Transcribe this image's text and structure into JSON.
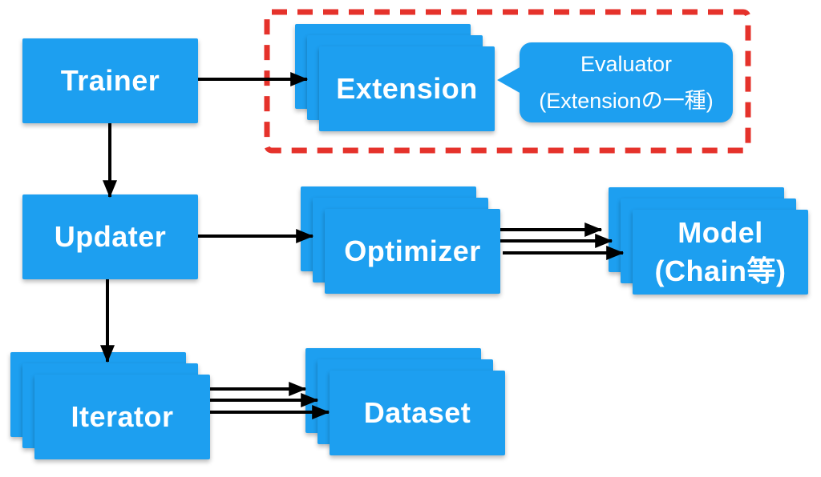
{
  "colors": {
    "box_blue": "#1D9FF0",
    "arrow_black": "#000000",
    "outline_red": "#E5322B",
    "label_white": "#FFFFFF"
  },
  "nodes": {
    "trainer": {
      "label": "Trainer",
      "stacked": false
    },
    "extension": {
      "label": "Extension",
      "stacked": true
    },
    "updater": {
      "label": "Updater",
      "stacked": false
    },
    "optimizer": {
      "label": "Optimizer",
      "stacked": true
    },
    "model": {
      "label": "Model\n(Chain等)",
      "stacked": true
    },
    "iterator": {
      "label": "Iterator",
      "stacked": true
    },
    "dataset": {
      "label": "Dataset",
      "stacked": true
    }
  },
  "callout": {
    "text": "Evaluator\n(Extensionの一種)",
    "points_to": "extension"
  },
  "edges": [
    {
      "from": "Trainer",
      "to": "Extension",
      "arrows": 1
    },
    {
      "from": "Trainer",
      "to": "Updater",
      "arrows": 1
    },
    {
      "from": "Updater",
      "to": "Optimizer",
      "arrows": 1
    },
    {
      "from": "Updater",
      "to": "Iterator",
      "arrows": 1
    },
    {
      "from": "Optimizer",
      "to": "Model",
      "arrows": 3
    },
    {
      "from": "Iterator",
      "to": "Dataset",
      "arrows": 3
    }
  ],
  "highlight_region": {
    "contains": [
      "Extension",
      "Evaluator callout"
    ],
    "style": "red dashed rectangle"
  }
}
